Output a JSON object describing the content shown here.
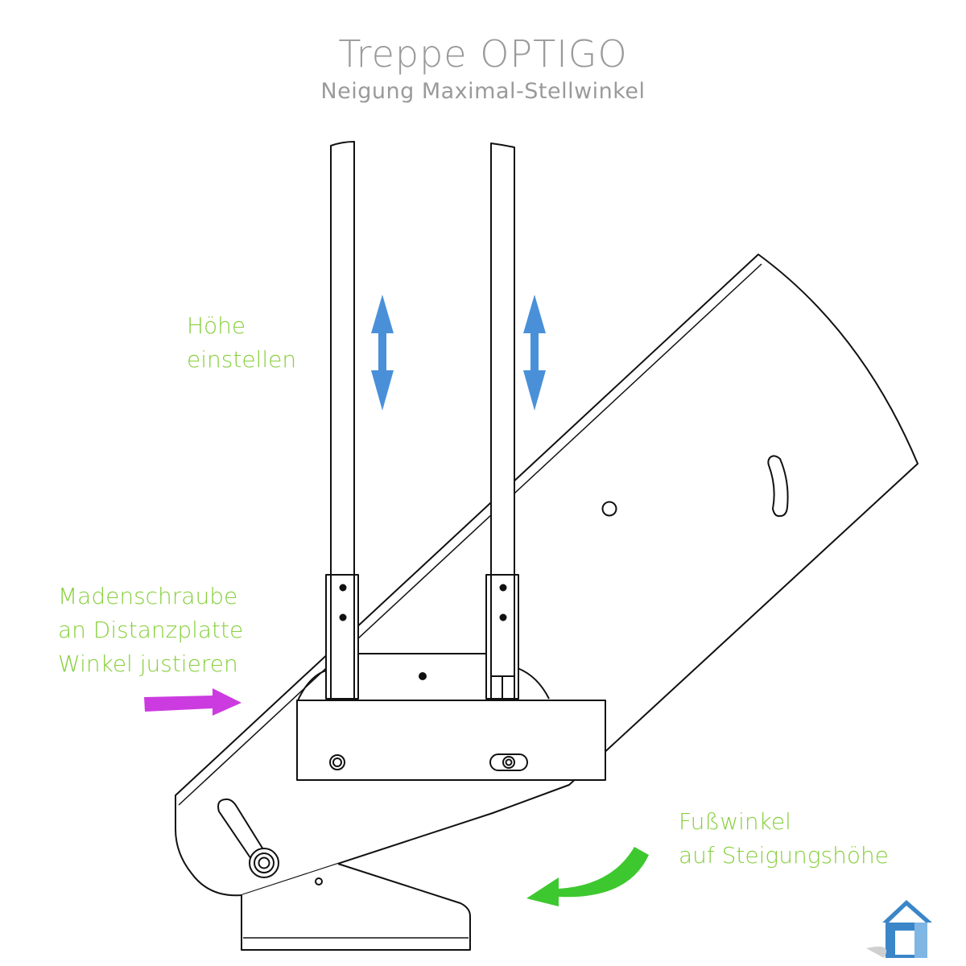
{
  "title": "Treppe OPTIGO",
  "subtitle": "Neigung Maximal-Stellwinkel",
  "labels": {
    "height": [
      "Höhe",
      "einstellen"
    ],
    "screw": [
      "Madenschraube",
      "an Distanzplatte",
      "Winkel justieren"
    ],
    "foot": [
      "Fußwinkel",
      "auf Steigungshöhe"
    ]
  },
  "colors": {
    "line": "#111111",
    "label": "#86cf3c",
    "arrow_blue": "#4a90d9",
    "arrow_magenta": "#cc3be0",
    "arrow_green": "#3ec82f",
    "logo_blue": "#3a86c8"
  },
  "icons": {
    "height_arrows": "double-vertical-arrow-icon",
    "screw_arrow": "right-arrow-icon",
    "foot_arrow": "curved-arrow-icon",
    "logo": "house-logo-icon"
  }
}
